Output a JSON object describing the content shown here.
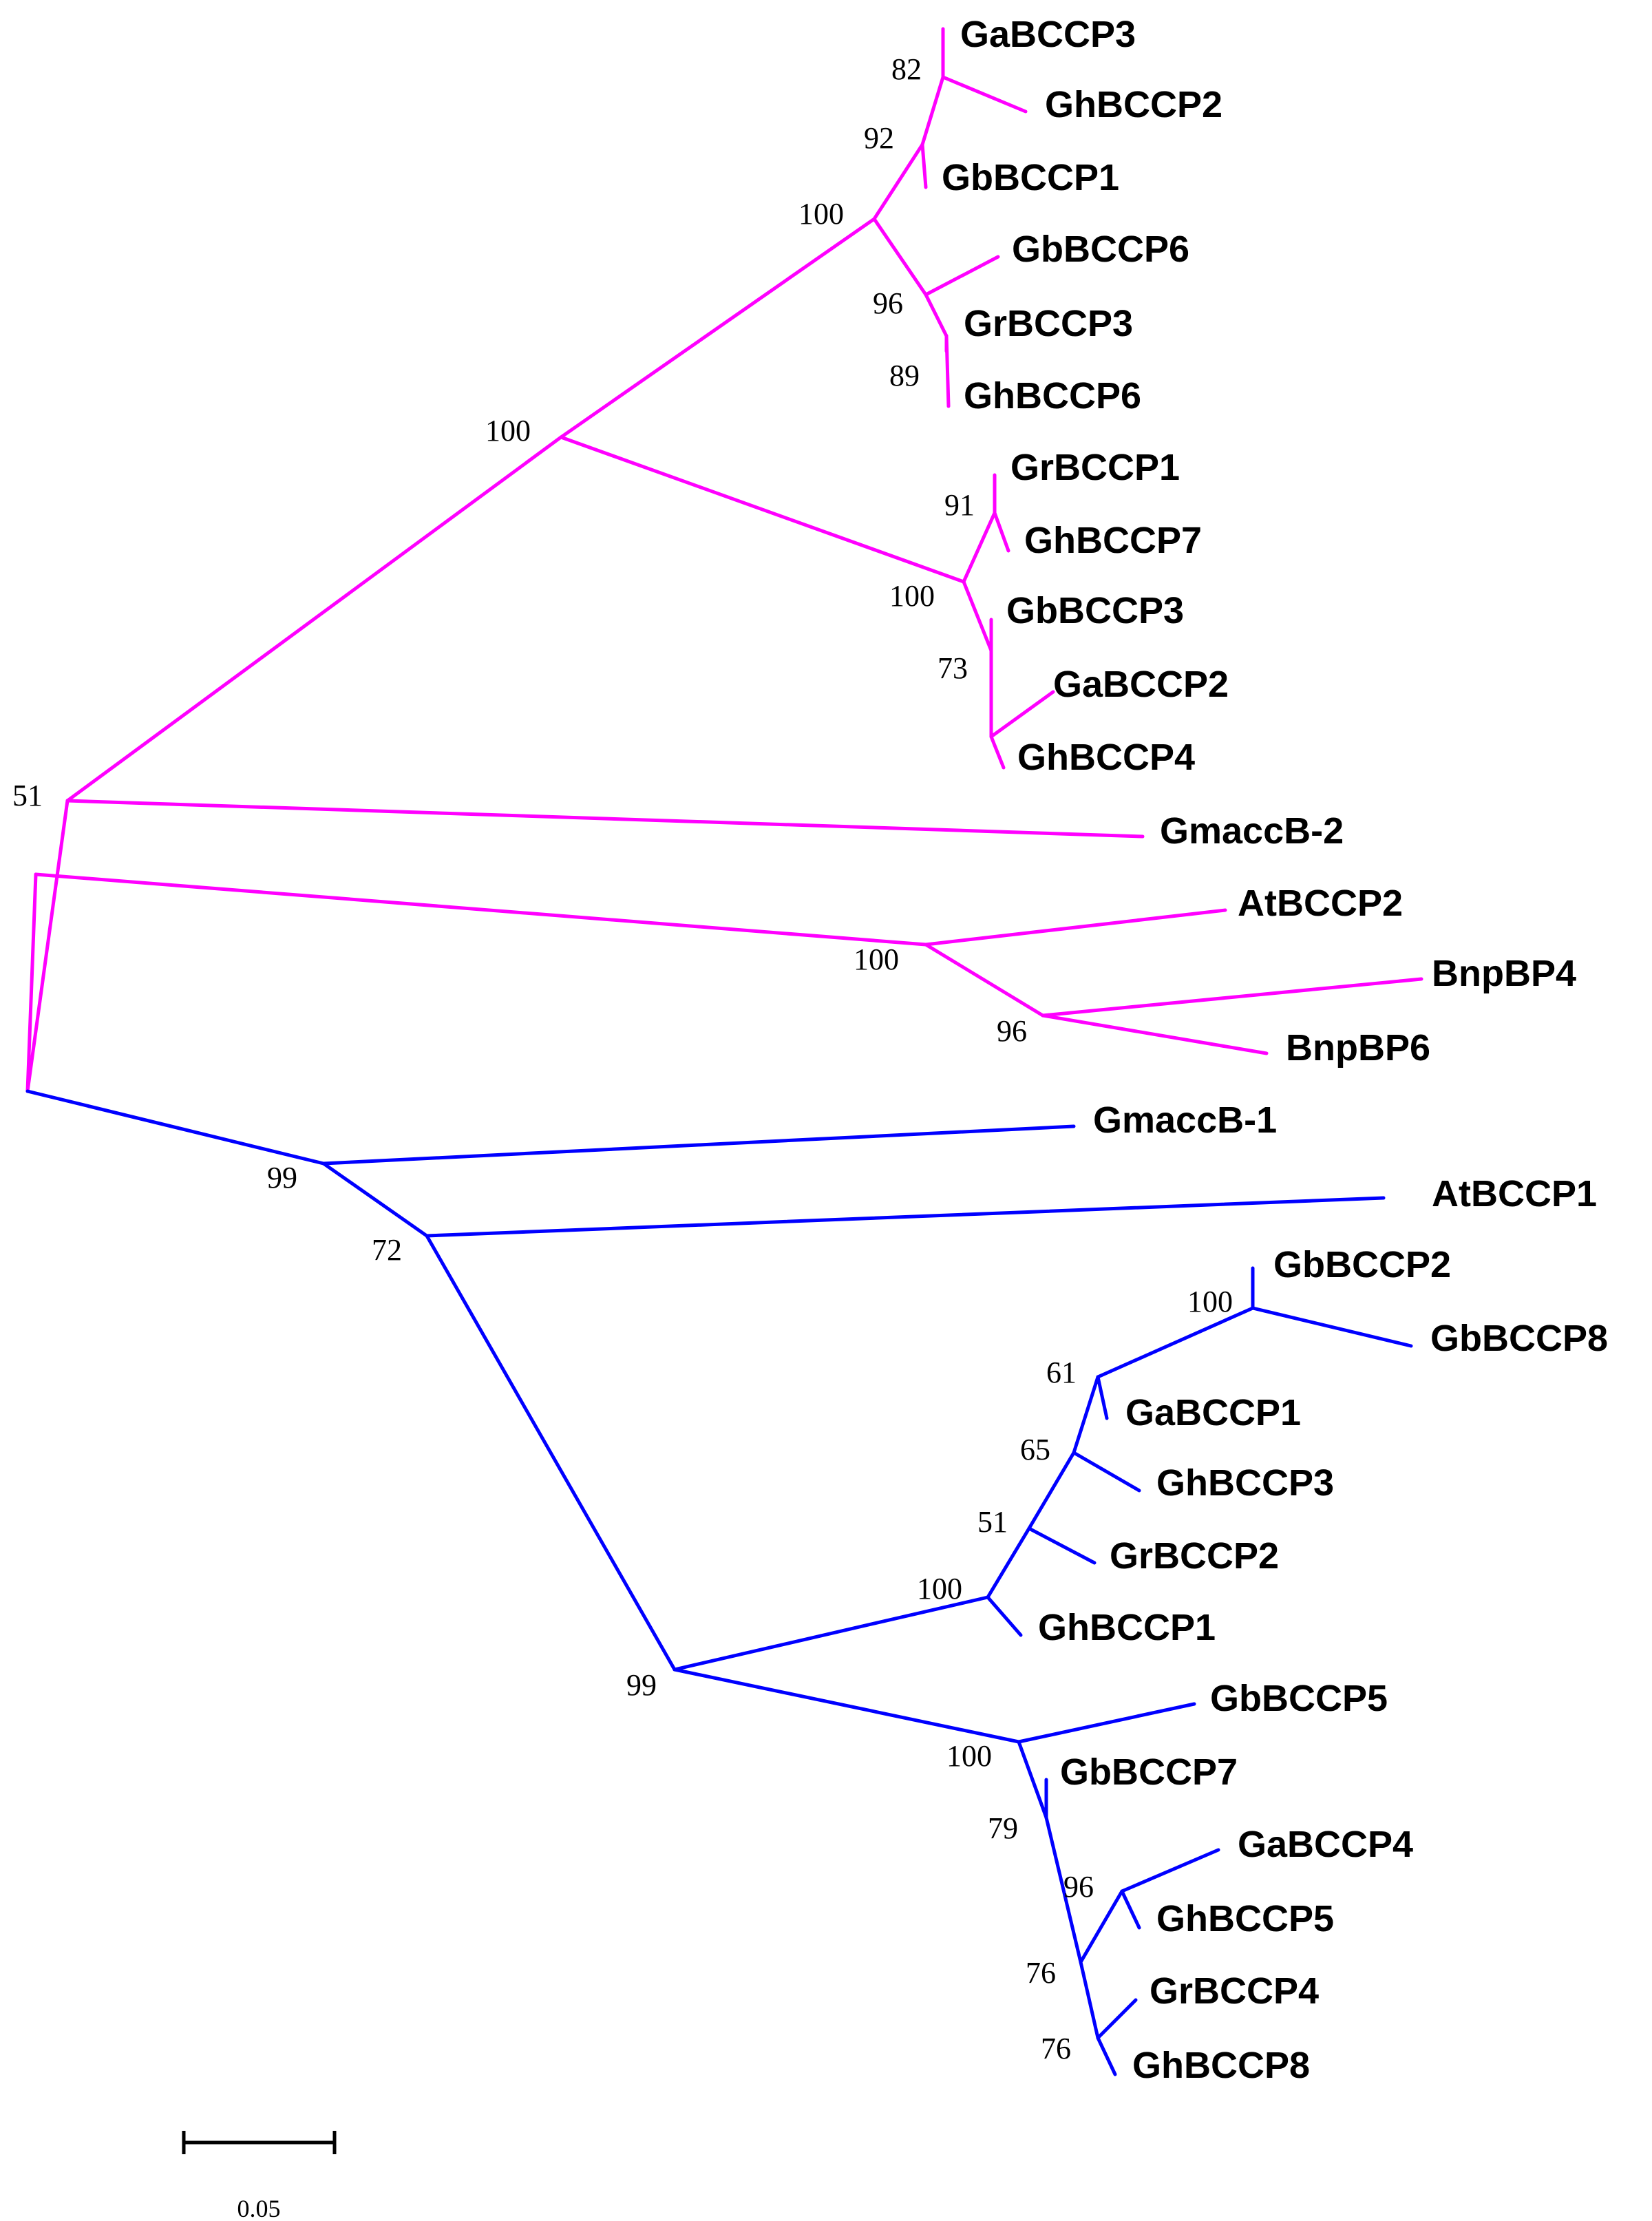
{
  "colors": {
    "clade_a": "#ff00ff",
    "clade_b": "#0000ff",
    "text": "#000000"
  },
  "scale_bar": {
    "label": "0.05"
  },
  "tree": [
    {
      "id": "root",
      "parent": null,
      "clade": "a"
    },
    {
      "id": "n51a",
      "parent": "root",
      "clade": "a",
      "bootstrap": "51"
    },
    {
      "id": "n100big",
      "parent": "n51a",
      "clade": "a",
      "bootstrap": "100"
    },
    {
      "id": "n100top",
      "parent": "n100big",
      "clade": "a",
      "bootstrap": "100"
    },
    {
      "id": "n92",
      "parent": "n100top",
      "clade": "a",
      "bootstrap": "92"
    },
    {
      "id": "n82",
      "parent": "n92",
      "clade": "a",
      "bootstrap": "82"
    },
    {
      "id": "GaBCCP3",
      "parent": "n82",
      "clade": "a",
      "label": "GaBCCP3"
    },
    {
      "id": "GhBCCP2",
      "parent": "n82",
      "clade": "a",
      "label": "GhBCCP2"
    },
    {
      "id": "GbBCCP1",
      "parent": "n92",
      "clade": "a",
      "label": "GbBCCP1"
    },
    {
      "id": "n96a",
      "parent": "n100top",
      "clade": "a",
      "bootstrap": "96"
    },
    {
      "id": "GbBCCP6",
      "parent": "n96a",
      "clade": "a",
      "label": "GbBCCP6"
    },
    {
      "id": "n89",
      "parent": "n96a",
      "clade": "a",
      "bootstrap": "89"
    },
    {
      "id": "GrBCCP3",
      "parent": "n89",
      "clade": "a",
      "label": "GrBCCP3"
    },
    {
      "id": "GhBCCP6",
      "parent": "n89",
      "clade": "a",
      "label": "GhBCCP6"
    },
    {
      "id": "n100mid",
      "parent": "n100big",
      "clade": "a",
      "bootstrap": "100"
    },
    {
      "id": "n91",
      "parent": "n100mid",
      "clade": "a",
      "bootstrap": "91"
    },
    {
      "id": "GrBCCP1",
      "parent": "n91",
      "clade": "a",
      "label": "GrBCCP1"
    },
    {
      "id": "GhBCCP7",
      "parent": "n91",
      "clade": "a",
      "label": "GhBCCP7"
    },
    {
      "id": "n73",
      "parent": "n100mid",
      "clade": "a",
      "bootstrap": "73"
    },
    {
      "id": "GbBCCP3",
      "parent": "n73",
      "clade": "a",
      "label": "GbBCCP3"
    },
    {
      "id": "n73b",
      "parent": "n73",
      "clade": "a"
    },
    {
      "id": "GaBCCP2",
      "parent": "n73b",
      "clade": "a",
      "label": "GaBCCP2"
    },
    {
      "id": "GhBCCP4",
      "parent": "n73b",
      "clade": "a",
      "label": "GhBCCP4"
    },
    {
      "id": "GmaccB-2",
      "parent": "n51a",
      "clade": "a",
      "label": "GmaccB-2"
    },
    {
      "id": "nA2",
      "parent": "root",
      "clade": "a"
    },
    {
      "id": "n100at",
      "parent": "nA2",
      "clade": "a",
      "bootstrap": "100"
    },
    {
      "id": "AtBCCP2",
      "parent": "n100at",
      "clade": "a",
      "label": "AtBCCP2"
    },
    {
      "id": "n96bnp",
      "parent": "n100at",
      "clade": "a",
      "bootstrap": "96"
    },
    {
      "id": "BnpBP4",
      "parent": "n96bnp",
      "clade": "a",
      "label": "BnpBP4"
    },
    {
      "id": "BnpBP6",
      "parent": "n96bnp",
      "clade": "a",
      "label": "BnpBP6"
    },
    {
      "id": "n99a",
      "parent": "root",
      "clade": "b",
      "bootstrap": "99"
    },
    {
      "id": "GmaccB-1",
      "parent": "n99a",
      "clade": "b",
      "label": "GmaccB-1"
    },
    {
      "id": "n72",
      "parent": "n99a",
      "clade": "b",
      "bootstrap": "72"
    },
    {
      "id": "AtBCCP1",
      "parent": "n72",
      "clade": "b",
      "label": "AtBCCP1"
    },
    {
      "id": "n99b",
      "parent": "n72",
      "clade": "b",
      "bootstrap": "99"
    },
    {
      "id": "n100up",
      "parent": "n99b",
      "clade": "b",
      "bootstrap": "100"
    },
    {
      "id": "n51b",
      "parent": "n100up",
      "clade": "b",
      "bootstrap": "51"
    },
    {
      "id": "n65",
      "parent": "n51b",
      "clade": "b",
      "bootstrap": "65"
    },
    {
      "id": "n61",
      "parent": "n65",
      "clade": "b",
      "bootstrap": "61"
    },
    {
      "id": "n100gb",
      "parent": "n61",
      "clade": "b",
      "bootstrap": "100"
    },
    {
      "id": "GbBCCP2",
      "parent": "n100gb",
      "clade": "b",
      "label": "GbBCCP2"
    },
    {
      "id": "GbBCCP8",
      "parent": "n100gb",
      "clade": "b",
      "label": "GbBCCP8"
    },
    {
      "id": "GaBCCP1",
      "parent": "n61",
      "clade": "b",
      "label": "GaBCCP1"
    },
    {
      "id": "GhBCCP3",
      "parent": "n65",
      "clade": "b",
      "label": "GhBCCP3"
    },
    {
      "id": "GrBCCP2",
      "parent": "n51b",
      "clade": "b",
      "label": "GrBCCP2"
    },
    {
      "id": "GhBCCP1",
      "parent": "n100up",
      "clade": "b",
      "label": "GhBCCP1"
    },
    {
      "id": "n100low",
      "parent": "n99b",
      "clade": "b",
      "bootstrap": "100"
    },
    {
      "id": "GbBCCP5",
      "parent": "n100low",
      "clade": "b",
      "label": "GbBCCP5"
    },
    {
      "id": "n79",
      "parent": "n100low",
      "clade": "b",
      "bootstrap": "79"
    },
    {
      "id": "GbBCCP7",
      "parent": "n79",
      "clade": "b",
      "label": "GbBCCP7"
    },
    {
      "id": "n76a",
      "parent": "n79",
      "clade": "b",
      "bootstrap": "76"
    },
    {
      "id": "n96b",
      "parent": "n76a",
      "clade": "b",
      "bootstrap": "96"
    },
    {
      "id": "GaBCCP4",
      "parent": "n96b",
      "clade": "b",
      "label": "GaBCCP4"
    },
    {
      "id": "GhBCCP5",
      "parent": "n96b",
      "clade": "b",
      "label": "GhBCCP5"
    },
    {
      "id": "n76b",
      "parent": "n76a",
      "clade": "b",
      "bootstrap": "76"
    },
    {
      "id": "GrBCCP4",
      "parent": "n76b",
      "clade": "b",
      "label": "GrBCCP4"
    },
    {
      "id": "GhBCCP8",
      "parent": "n76b",
      "clade": "b",
      "label": "GhBCCP8"
    }
  ]
}
